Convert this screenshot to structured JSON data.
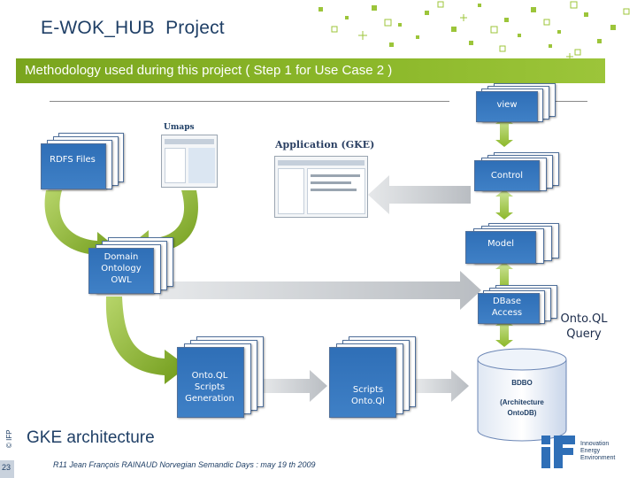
{
  "header": {
    "title": "E-WOK_HUB",
    "title_suffix": "Project",
    "banner": "Methodology used during this project ( Step 1 for Use Case 2 )"
  },
  "diagram": {
    "rdfs_files": "RDFS Files",
    "domain_ontology": "Domain Ontology OWL",
    "ontoql_gen": "Onto.QL Scripts Generation",
    "scripts_ontoql": "Scripts Onto.Ql",
    "view": "view",
    "control": "Control",
    "model": "Model",
    "dbase_access": "DBase Access",
    "ontoql_query": "Onto.QL Query",
    "db_title": "BDBO",
    "db_subtitle": "(Architecture",
    "db_subtitle2": "OntoDB)",
    "umaps_title": "Umaps",
    "app_title": "Application (GKE)"
  },
  "footer": {
    "heading": "GKE architecture",
    "page_number": "23",
    "copyright": "© IFP",
    "citation": "R11 Jean François RAINAUD Norvegian Semandic Days : may 19 th 2009",
    "logo_text_1": "Innovation",
    "logo_text_2": "Energy",
    "logo_text_3": "Environment"
  },
  "colors": {
    "brand_blue": "#1f3f66",
    "banner_green": "#8cb82a",
    "doc_blue": "#3a78c0",
    "arrow_green": "#86b02a",
    "grey_arrow": "#c8ccd0"
  }
}
